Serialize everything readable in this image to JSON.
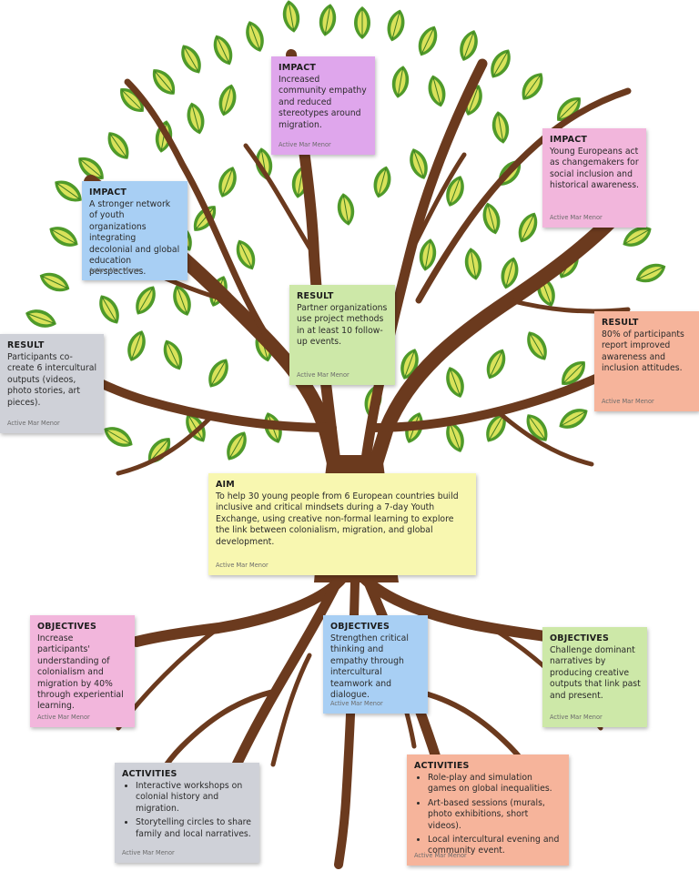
{
  "sig": "Active Mar Menor",
  "impact": {
    "heading": "IMPACT",
    "top": "Increased community empathy and reduced stereotypes around migration.",
    "right": "Young Europeans act as changemakers for social inclusion and historical awareness.",
    "left": "A stronger network of youth organizations integrating decolonial and global education perspectives."
  },
  "result": {
    "heading": "RESULT",
    "center": "Partner organizations use project methods in at least 10 follow-up events.",
    "right": "80% of participants report improved awareness and inclusion attitudes.",
    "left": "Participants co-create 6 intercultural outputs (videos, photo stories, art pieces)."
  },
  "aim": {
    "heading": "AIM",
    "text": "To help 30 young people from 6 European countries build inclusive and critical mindsets during a 7-day Youth Exchange, using creative non-formal learning to explore the link between colonialism, migration, and global development."
  },
  "objectives": {
    "heading": "OBJECTIVES",
    "left": "Increase participants' understanding of colonialism and migration by 40% through experiential learning.",
    "center": "Strengthen critical thinking and empathy through intercultural teamwork and dialogue.",
    "right": "Challenge dominant narratives by producing creative outputs that link past and present."
  },
  "activities": {
    "heading": "ACTIVITIES",
    "left": [
      "Interactive workshops on colonial history and migration.",
      "Storytelling circles to share family and local narratives."
    ],
    "right": [
      "Role-play and simulation games on global inequalities.",
      "Art-based sessions (murals, photo exhibitions, short videos).",
      "Local intercultural evening and community event."
    ]
  }
}
